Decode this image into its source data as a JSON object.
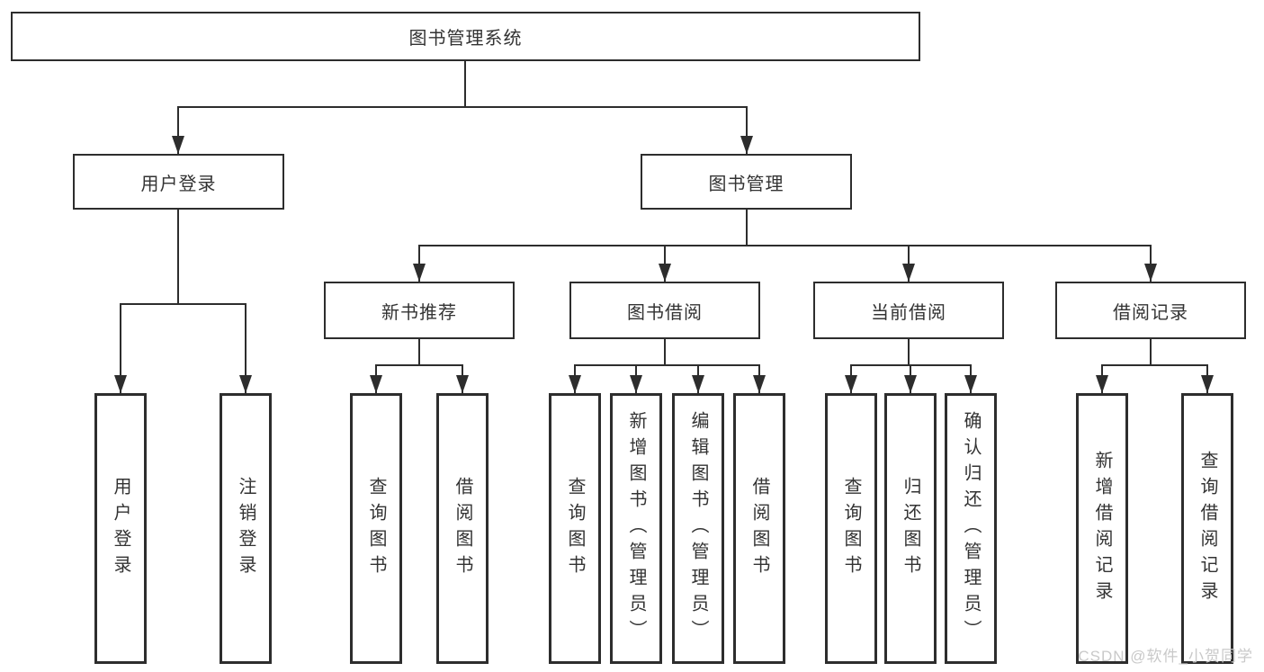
{
  "nodes": {
    "root": "图书管理系统",
    "user_login_group": "用户登录",
    "book_mgmt": "图书管理",
    "new_book_rec": "新书推荐",
    "book_borrow": "图书借阅",
    "current_borrow": "当前借阅",
    "borrow_record": "借阅记录",
    "user_login": "用户登录",
    "logout": "注销登录",
    "nb_query": "查询图书",
    "nb_borrow": "借阅图书",
    "bb_query": "查询图书",
    "bb_add": "新增图书（管理员）",
    "bb_edit": "编辑图书（管理员）",
    "bb_borrow": "借阅图书",
    "cb_query": "查询图书",
    "cb_return": "归还图书",
    "cb_confirm": "确认归还（管理员）",
    "br_add": "新增借阅记录",
    "br_query": "查询借阅记录"
  },
  "watermark": "CSDN @软件_小贺同学",
  "colors": {
    "line": "#2d2d2d",
    "text": "#333333",
    "watermark": "#c9c9c9",
    "background": "#ffffff"
  }
}
